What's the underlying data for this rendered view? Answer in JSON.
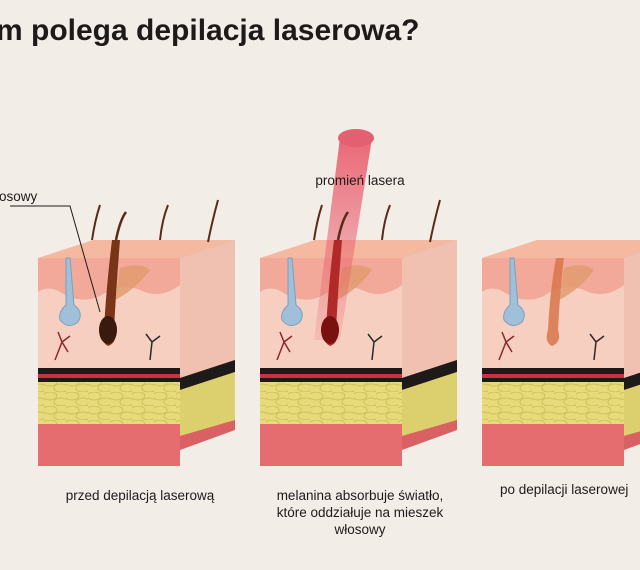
{
  "title": "m polega depilacja laserowa?",
  "labels": {
    "follicle": "łosowy",
    "laser_beam": "promień lasera"
  },
  "panels": [
    {
      "caption": "przed depilacją laserową"
    },
    {
      "caption_lines": [
        "melanina absorbuje światło,",
        "które oddziałuje na mieszek",
        "włosowy"
      ]
    },
    {
      "caption": "po depilacji laserowej"
    }
  ],
  "colors": {
    "background": "#f3ede8",
    "epidermis": "#f6c4a8",
    "dermis": "#f6cfc0",
    "fat": "#e6d978",
    "muscle": "#e56d70",
    "hair": "#5a2a1a",
    "laser": "#e95a6a"
  }
}
